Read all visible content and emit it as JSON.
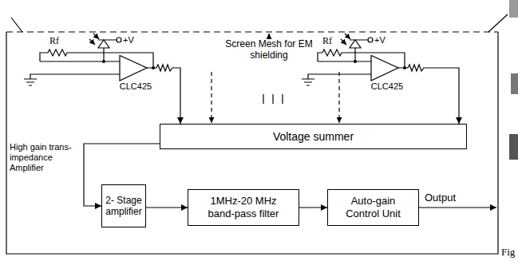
{
  "diagram": {
    "caption": "Fig",
    "nodes": [
      {
        "text": [
          "CLC425"
        ]
      },
      {
        "text": [
          "CLC425"
        ]
      },
      {
        "text": [
          "Voltage summer"
        ]
      },
      {
        "text": [
          "2- Stage amplifier"
        ]
      },
      {
        "text": [
          "1MHz-20 MHz band-pass filter"
        ]
      },
      {
        "text": [
          "Auto-gain Control Unit"
        ]
      }
    ],
    "edges": [
      {
        "from": 0,
        "to": 2,
        "arrow": "to"
      },
      {
        "from": 1,
        "to": 2,
        "arrow": "to"
      },
      {
        "from": 2,
        "to": 3,
        "arrow": "to"
      },
      {
        "from": 3,
        "to": 4,
        "arrow": "to"
      },
      {
        "from": 4,
        "to": 5,
        "arrow": "to"
      }
    ],
    "labels": [
      "+V",
      "Screen Mesh for EM shielding",
      "+V",
      "Rf",
      "Rf",
      "High gain trans-impedance Amplifier",
      "Output"
    ]
  }
}
